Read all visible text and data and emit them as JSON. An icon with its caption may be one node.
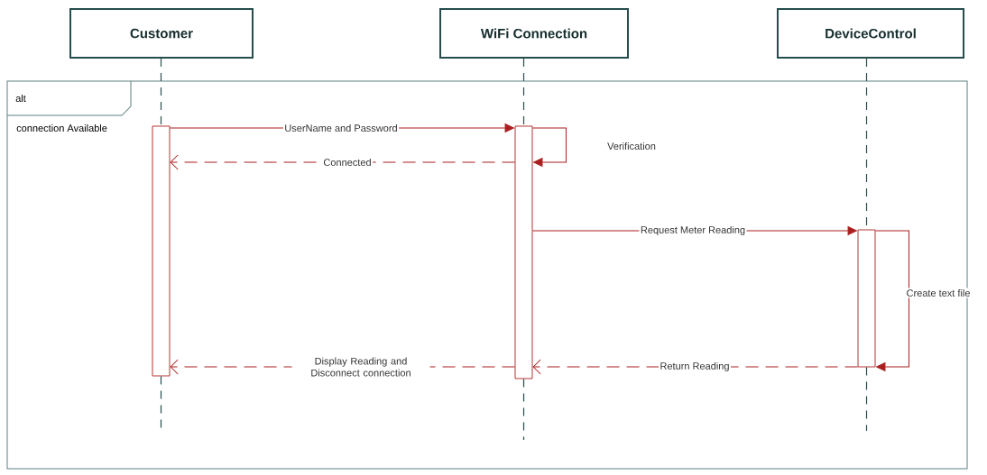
{
  "diagram": {
    "nodes": [
      {
        "text": [
          "Customer"
        ]
      },
      {
        "text": [
          "WiFi Connection"
        ]
      },
      {
        "text": [
          "DeviceControl"
        ]
      },
      {
        "text": [
          "alt",
          "connection Available"
        ]
      },
      {
        "text": [],
        "shape": "bar",
        "in": 3
      },
      {
        "text": [],
        "shape": "bar",
        "in": 3
      },
      {
        "text": [],
        "shape": "bar",
        "in": 3
      }
    ],
    "edges": [
      {
        "from": 4,
        "to": 5,
        "arrow": "to",
        "label": "UserName and Password"
      },
      {
        "from": 5,
        "to": 5,
        "arrow": "to",
        "label": "Verification"
      },
      {
        "from": 5,
        "to": 4,
        "arrow": "to",
        "label": "Connected",
        "style": "dashed"
      },
      {
        "from": 5,
        "to": 6,
        "arrow": "to",
        "label": "Request Meter Reading"
      },
      {
        "from": 6,
        "to": 6,
        "arrow": "to",
        "label": "Create text file"
      },
      {
        "from": 6,
        "to": 5,
        "arrow": "to",
        "label": "Return Reading",
        "style": "dashed"
      },
      {
        "from": 5,
        "to": 4,
        "arrow": "to",
        "label": "Display Reading and Disconnect connection",
        "style": "dashed"
      },
      {
        "from": 0,
        "to": 4,
        "arrow": "none",
        "style": "dashed",
        "color": "#2f4f4f"
      },
      {
        "from": 1,
        "to": 5,
        "arrow": "none",
        "style": "dashed",
        "color": "#2f4f4f"
      },
      {
        "from": 2,
        "to": 6,
        "arrow": "none",
        "style": "dashed",
        "color": "#2f4f4f"
      }
    ]
  }
}
